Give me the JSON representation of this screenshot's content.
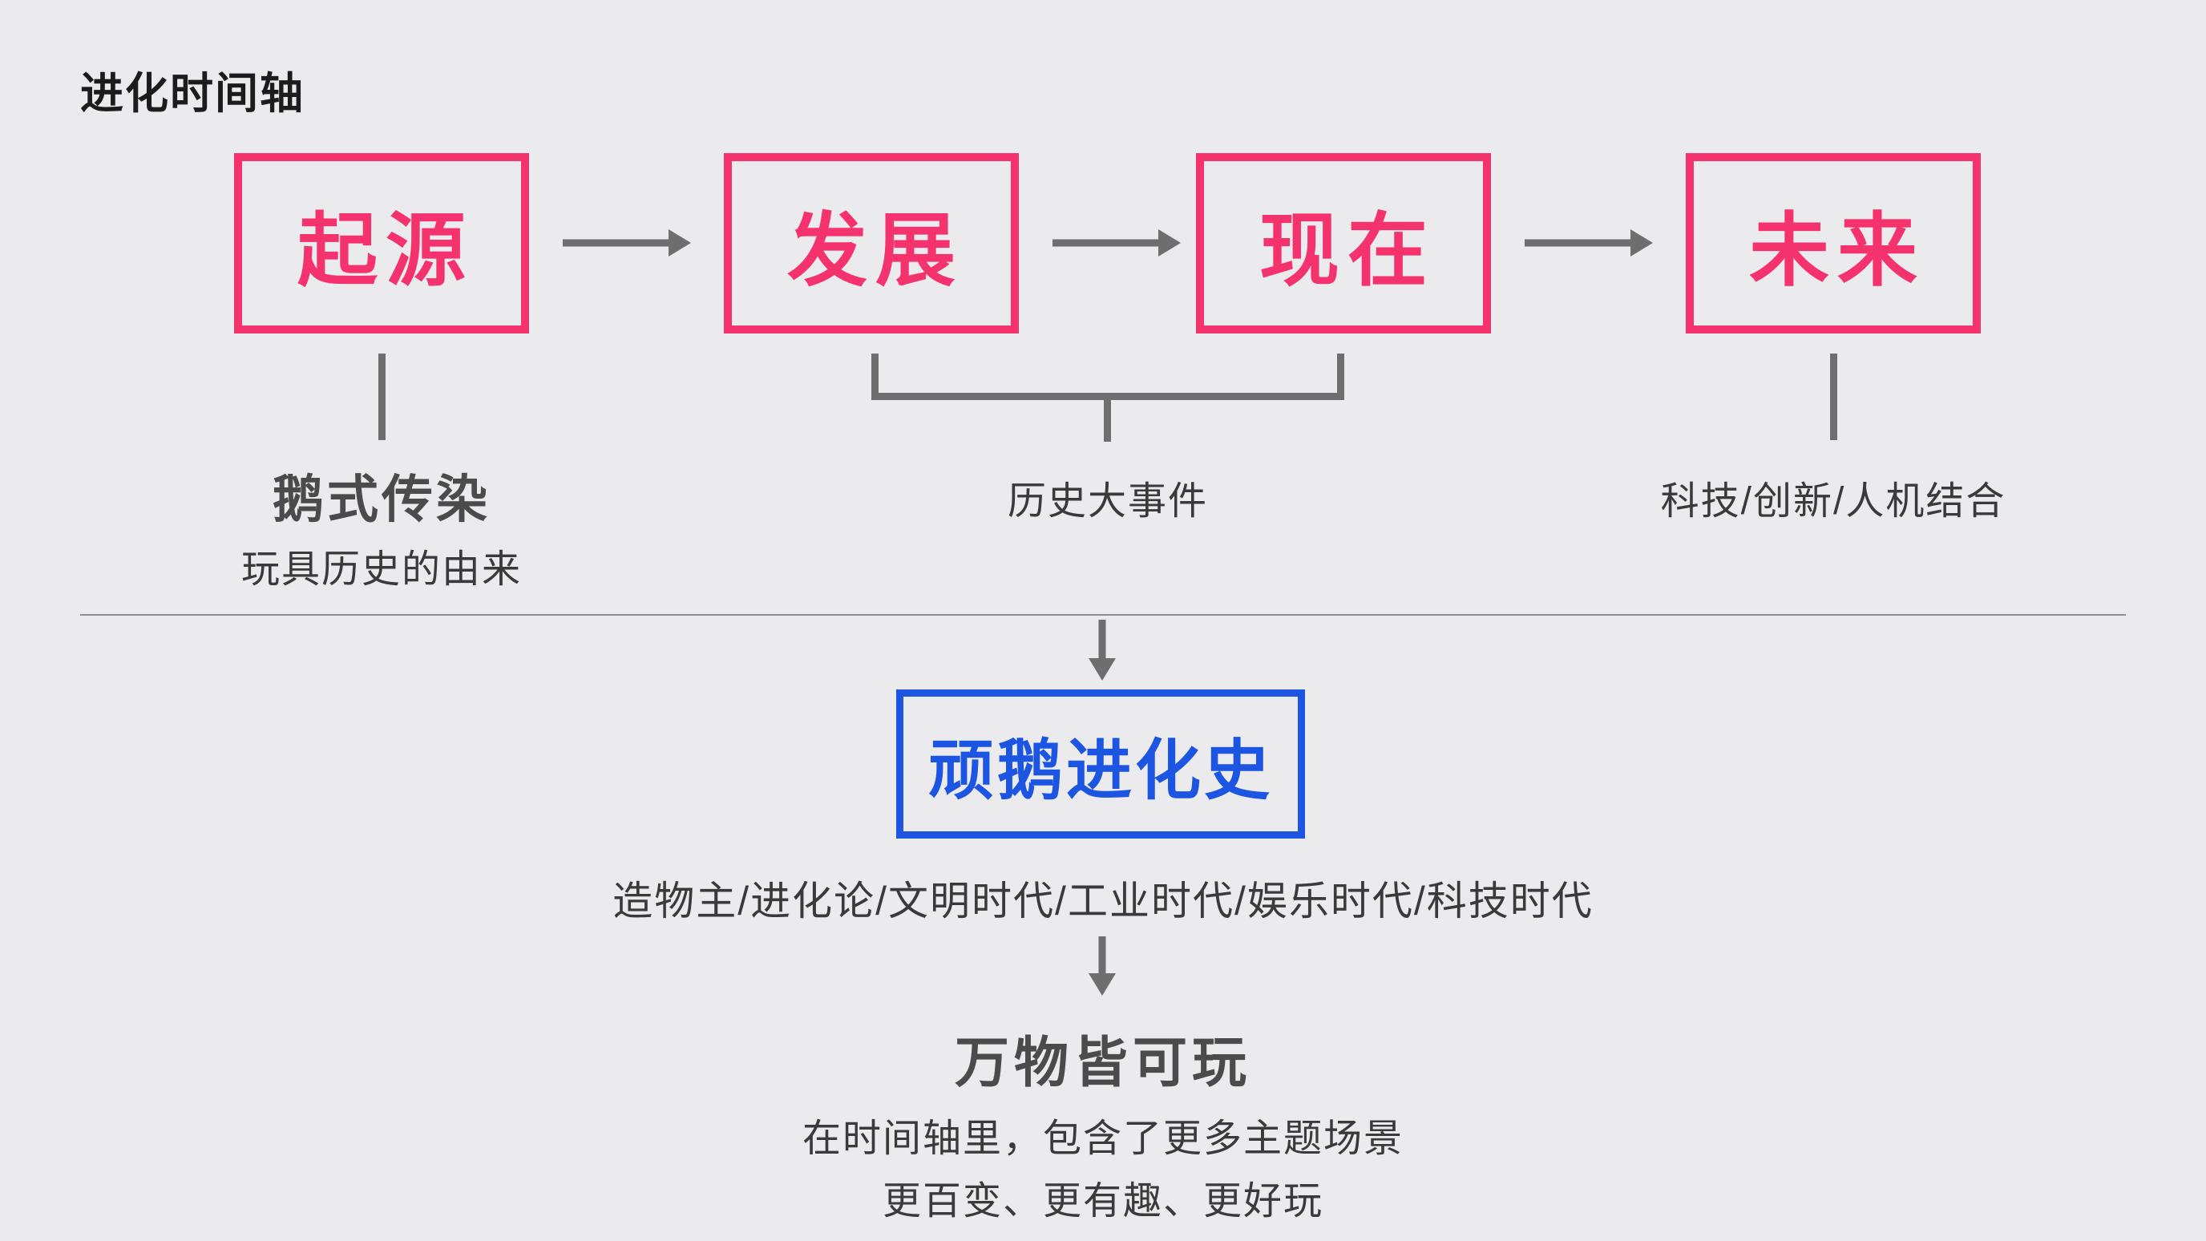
{
  "title": "进化时间轴",
  "timeline": {
    "nodes": [
      {
        "label": "起源"
      },
      {
        "label": "发展"
      },
      {
        "label": "现在"
      },
      {
        "label": "未来"
      }
    ],
    "origin_note": {
      "heading": "鹅式传染",
      "sub": "玩具历史的由来"
    },
    "middle_note": {
      "label": "历史大事件"
    },
    "future_note": {
      "label": "科技/创新/人机结合"
    }
  },
  "summary": {
    "box_label": "顽鹅进化史",
    "eras": "造物主/进化论/文明时代/工业时代/娱乐时代/科技时代",
    "slogan": "万物皆可玩",
    "desc_line1": "在时间轴里，包含了更多主题场景",
    "desc_line2": "更百变、更有趣、更好玩"
  },
  "colors": {
    "accent_pink": "#F4326E",
    "accent_blue": "#1D55E3",
    "line_gray": "#6E6E6E",
    "background": "#EBEBED"
  }
}
